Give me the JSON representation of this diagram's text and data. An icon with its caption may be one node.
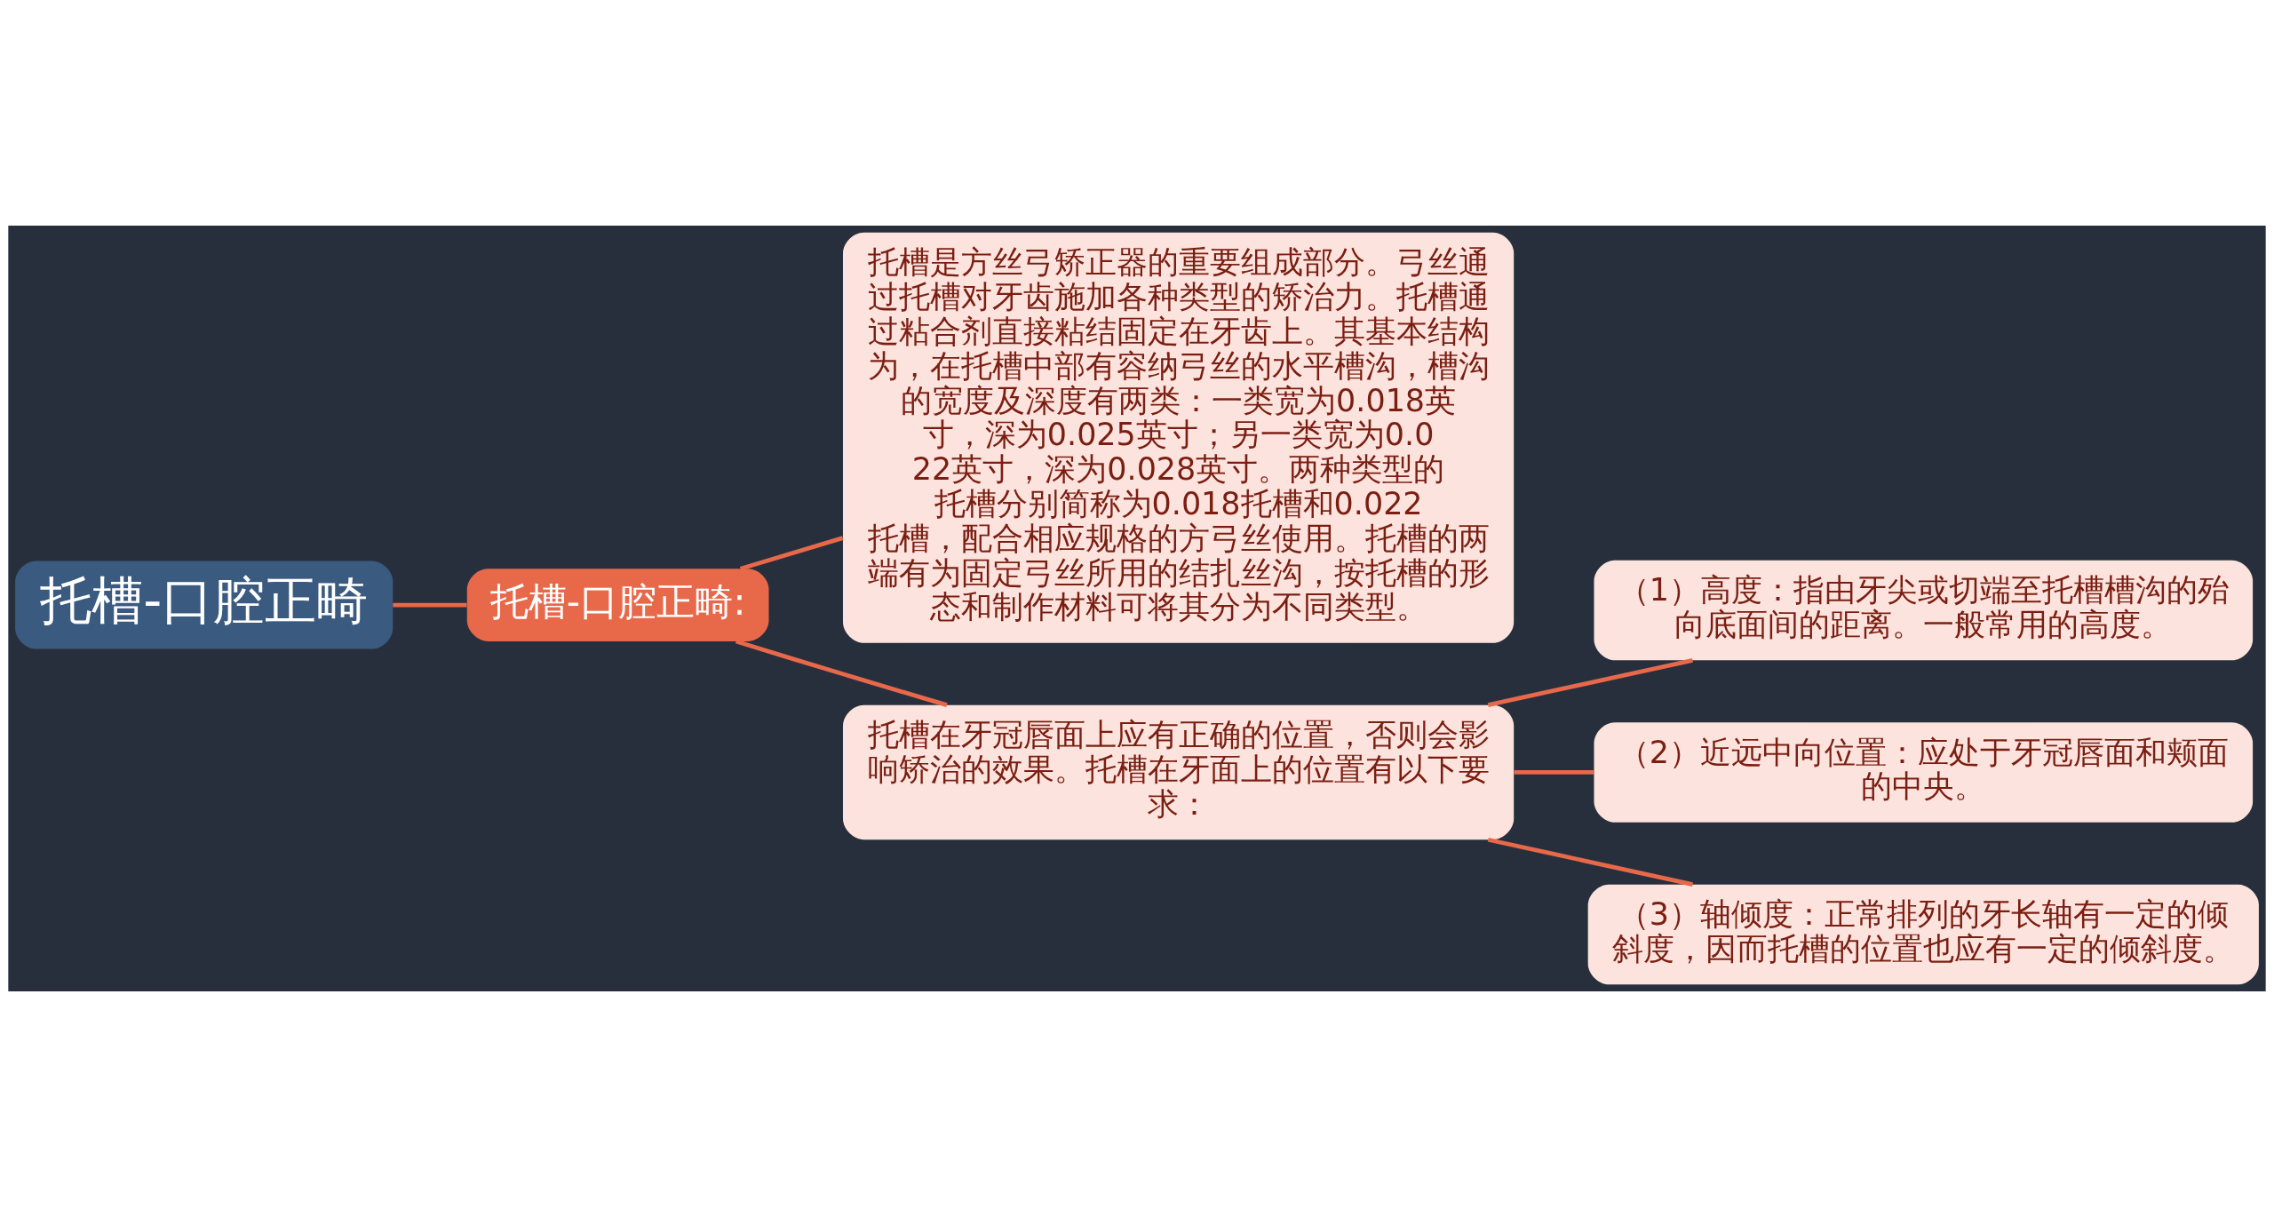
{
  "diagram": {
    "nodes": [
      {
        "text": [
          "托槽-口腔正畸"
        ]
      },
      {
        "text": [
          "托槽-口腔正畸:"
        ]
      },
      {
        "text": [
          "托槽是方丝弓矫正器的重要组成部分。弓丝通过托槽对牙齿施加各种类型的矫治力。托槽通过粘合剂直接粘结固定在牙齿上。其基本结构为，在托槽中部有容纳弓丝的水平槽沟，槽沟的宽度及深度有两类：一类宽为0.018英寸，深为0.025英寸；另一类宽为0.022英寸，深为0.028英寸。两种类型的托槽分别简称为0.018托槽和0.022托槽，配合相应规格的方弓丝使用。托槽的两端有为固定弓丝所用的结扎丝沟，按托槽的形态和制作材料可将其分为不同类型。"
        ]
      },
      {
        "text": [
          "托槽在牙冠唇面上应有正确的位置，否则会影响矫治的效果。托槽在牙面上的位置有以下要求："
        ]
      },
      {
        "text": [
          "（1）高度：指由牙尖或切端至托槽槽沟的殆向底面间的距离。一般常用的高度。"
        ]
      },
      {
        "text": [
          "（2）近远中向位置：应处于牙冠唇面和颊面的中央。"
        ]
      },
      {
        "text": [
          "（3）轴倾度：正常排列的牙长轴有一定的倾斜度，因而托槽的位置也应有一定的倾斜度。"
        ]
      }
    ],
    "edges": [
      {
        "from": 0,
        "to": 1,
        "arrow": "none"
      },
      {
        "from": 1,
        "to": 2,
        "arrow": "none"
      },
      {
        "from": 1,
        "to": 3,
        "arrow": "none"
      },
      {
        "from": 3,
        "to": 4,
        "arrow": "none"
      },
      {
        "from": 3,
        "to": 5,
        "arrow": "none"
      },
      {
        "from": 3,
        "to": 6,
        "arrow": "none"
      }
    ]
  }
}
